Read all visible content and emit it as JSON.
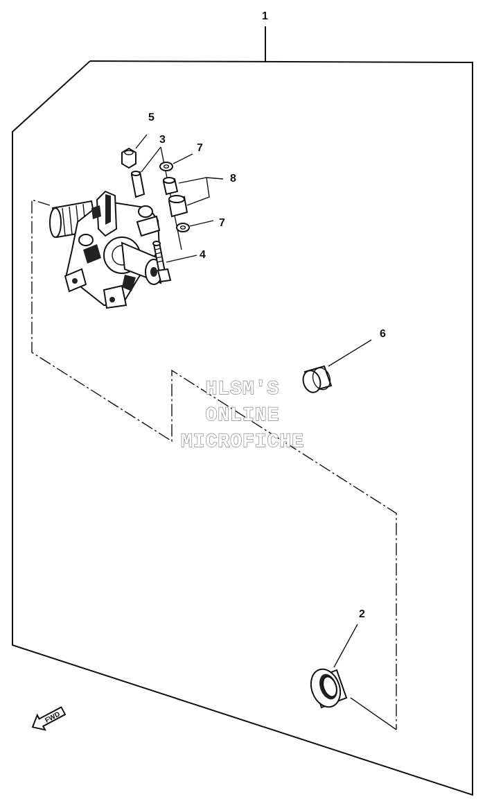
{
  "callouts": {
    "c1": "1",
    "c2": "2",
    "c3": "3",
    "c4": "4",
    "c5": "5",
    "c6": "6",
    "c7a": "7",
    "c7b": "7",
    "c8": "8"
  },
  "watermark": {
    "line1": "HLSM'S",
    "line2": "ONLINE",
    "line3": "MICROFICHE"
  },
  "fwd": {
    "label": "FWD"
  },
  "icons": {
    "fwd_arrow": "fwd-arrow-icon"
  },
  "colors": {
    "line": "#111111",
    "watermark_outline": "#8a8a8a",
    "background": "#ffffff"
  }
}
